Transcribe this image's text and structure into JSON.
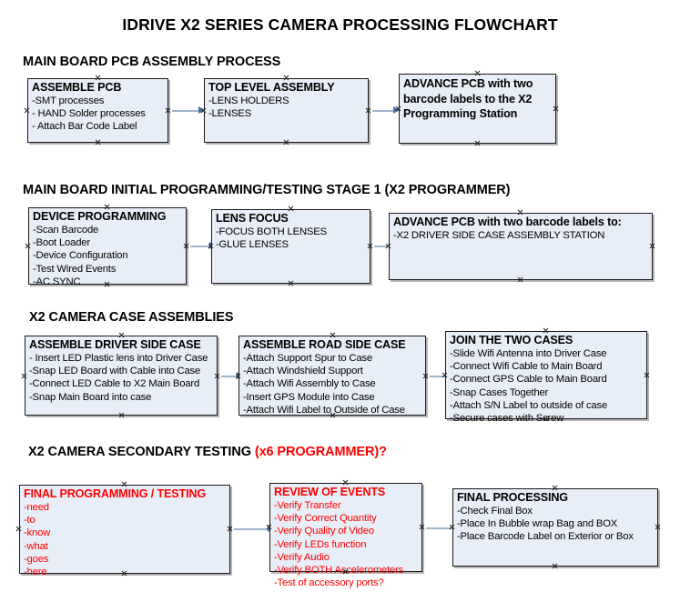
{
  "title": "IDRIVE X2  SERIES CAMERA PROCESSING FLOWCHART",
  "colors": {
    "box_fill": "#e8eef7",
    "box_border": "#1a1a1a",
    "arrow_shaft": "#9db4cc",
    "arrow_head": "#4472a8",
    "red_accent": "#ff0000",
    "text": "#000000"
  },
  "sections": [
    {
      "header": "MAIN BOARD PCB ASSEMBLY PROCESS",
      "header_red": "",
      "boxes": [
        {
          "title": "ASSEMBLE PCB",
          "lines": [
            "-SMT processes",
            "- HAND Solder processes",
            "- Attach Bar Code Label"
          ]
        },
        {
          "title": "TOP LEVEL ASSEMBLY",
          "lines": [
            "-LENS HOLDERS",
            "-LENSES"
          ]
        },
        {
          "title": "ADVANCE PCB with two barcode labels to the  X2 Programming Station",
          "lines": []
        }
      ]
    },
    {
      "header": "MAIN BOARD INITIAL PROGRAMMING/TESTING STAGE 1 (X2 PROGRAMMER)",
      "header_red": "",
      "boxes": [
        {
          "title": "DEVICE PROGRAMMING",
          "lines": [
            "-Scan Barcode",
            "-Boot Loader",
            "-Device Configuration",
            "-Test Wired Events",
            "-AC SYNC"
          ]
        },
        {
          "title": "LENS FOCUS",
          "lines": [
            "-FOCUS BOTH LENSES",
            "-GLUE LENSES"
          ]
        },
        {
          "title": "ADVANCE PCB with two barcode labels to:",
          "lines": [
            "-X2 DRIVER  SIDE  CASE  ASSEMBLY STATION"
          ]
        }
      ]
    },
    {
      "header": "X2 CAMERA CASE ASSEMBLIES",
      "header_red": "",
      "boxes": [
        {
          "title": "ASSEMBLE DRIVER SIDE CASE",
          "lines": [
            "- Insert LED Plastic lens into Driver Case",
            "-Snap LED Board with Cable into Case",
            "-Connect LED Cable to X2 Main Board",
            "-Snap Main Board into case"
          ]
        },
        {
          "title": "ASSEMBLE ROAD SIDE CASE",
          "lines": [
            "-Attach Support Spur to Case",
            "-Attach Windshield Support",
            "-Attach Wifi Assembly to Case",
            "-Insert GPS Module into Case",
            "-Attach Wifi Label to Outside of Case"
          ]
        },
        {
          "title": "JOIN THE TWO CASES",
          "lines": [
            "-Slide Wifi Antenna into Driver Case",
            "-Connect Wifi Cable to Main Board",
            "-Connect GPS Cable to Main Board",
            "-Snap Cases Together",
            "-Attach S/N Label to outside of case",
            "-Secure cases with Screw"
          ]
        }
      ]
    },
    {
      "header": "X2 CAMERA SECONDARY TESTING ",
      "header_red": "(x6 PROGRAMMER)?",
      "boxes": [
        {
          "title": "FINAL PROGRAMMING / TESTING",
          "lines": [
            "-need",
            "-to",
            "-know",
            "-what",
            "-goes",
            "-here"
          ]
        },
        {
          "title": "REVIEW OF EVENTS",
          "lines": [
            "-Verify Transfer",
            "-Verify Correct Quantity",
            "-Verify Quality of Video",
            "-Verify LEDs function",
            "-Verify Audio",
            "-Verify BOTH Accelerometers",
            "-Test of accessory ports?"
          ]
        },
        {
          "title": "FINAL PROCESSING",
          "lines": [
            " -Check Final Box",
            "-Place In Bubble wrap Bag and BOX",
            "-Place Barcode Label on Exterior or Box"
          ]
        }
      ]
    }
  ]
}
